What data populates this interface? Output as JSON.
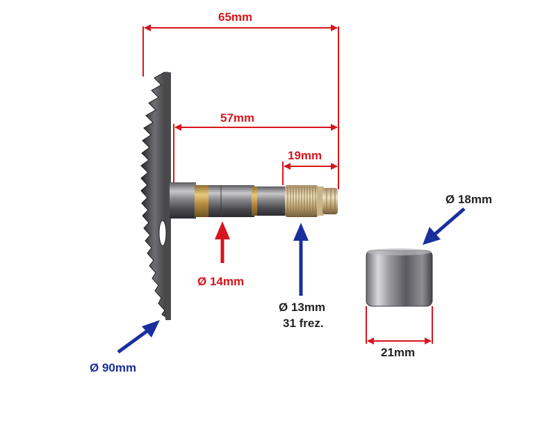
{
  "colors": {
    "dimension_red": "#d9141b",
    "pointer_blue": "#1a2f9e",
    "steel": "#7d7d80",
    "brass": "#c9a45a"
  },
  "labels": {
    "len_65": "65mm",
    "len_57": "57mm",
    "len_19": "19mm",
    "dia_14": "Ø 14mm",
    "dia_13": "Ø 13mm",
    "splines": "31 frez.",
    "dia_90": "Ø 90mm",
    "dia_18": "Ø 18mm",
    "len_21": "21mm"
  }
}
